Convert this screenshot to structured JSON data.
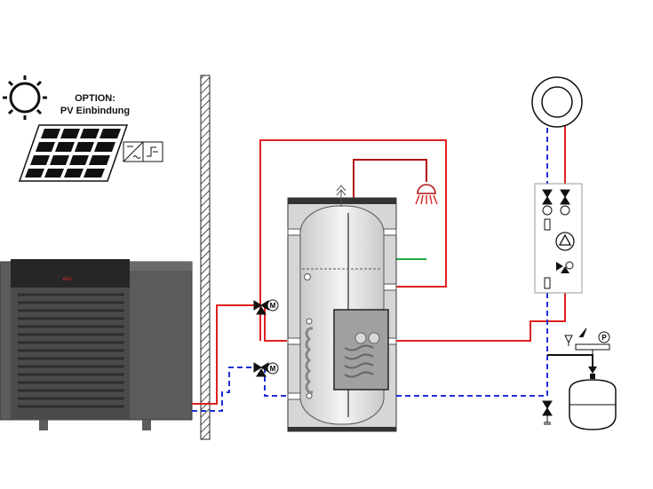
{
  "option": {
    "line1": "OPTION:",
    "line2": "PV Einbindung"
  },
  "heat_pump": {
    "brand": "elco"
  },
  "valves": {
    "motor_symbol": "M",
    "pressure_symbol": "P"
  },
  "colors": {
    "supply_pipe": "#e02020",
    "return_pipe": "#1f2fd6",
    "solar_pipe": "#22aa44",
    "heat_pump_body": "#5b5b5b",
    "heat_pump_top": "#262626",
    "tank_insulation": "#d6d6d6"
  },
  "icons": [
    "sun-icon",
    "solar-panel-icon",
    "inverter-icon",
    "shower-icon",
    "radiator-icon",
    "pump-icon",
    "motor-valve-icon",
    "expansion-vessel-icon",
    "pressure-gauge-icon"
  ]
}
